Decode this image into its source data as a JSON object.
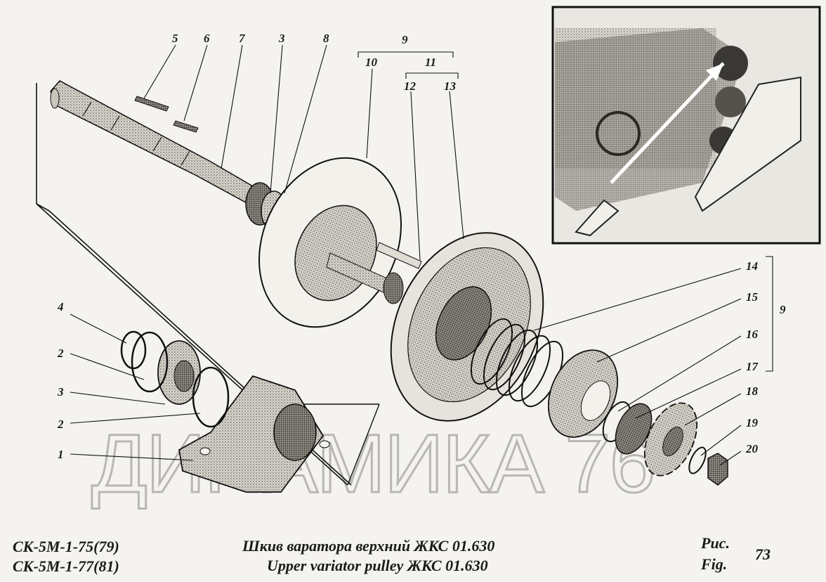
{
  "labels": {
    "p1": "1",
    "p2a": "2",
    "p2b": "2",
    "p3a": "3",
    "p3b": "3",
    "p4": "4",
    "p5": "5",
    "p6": "6",
    "p7": "7",
    "p8": "8",
    "p9a": "9",
    "p9b": "9",
    "p10": "10",
    "p11": "11",
    "p12": "12",
    "p13": "13",
    "p14": "14",
    "p15": "15",
    "p16": "16",
    "p17": "17",
    "p18": "18",
    "p19": "19",
    "p20": "20"
  },
  "watermark": "ДИНАМИКА 76",
  "footer": {
    "model_1": "СК-5М-1-75(79)",
    "model_2": "СК-5М-1-77(81)",
    "title_ru": "Шкив варатора верхний ЖКС 01.630",
    "title_en": "Upper variator pulley ЖКС 01.630",
    "fig_ru": "Рис.",
    "fig_en": "Fig.",
    "fig_number": "73"
  }
}
